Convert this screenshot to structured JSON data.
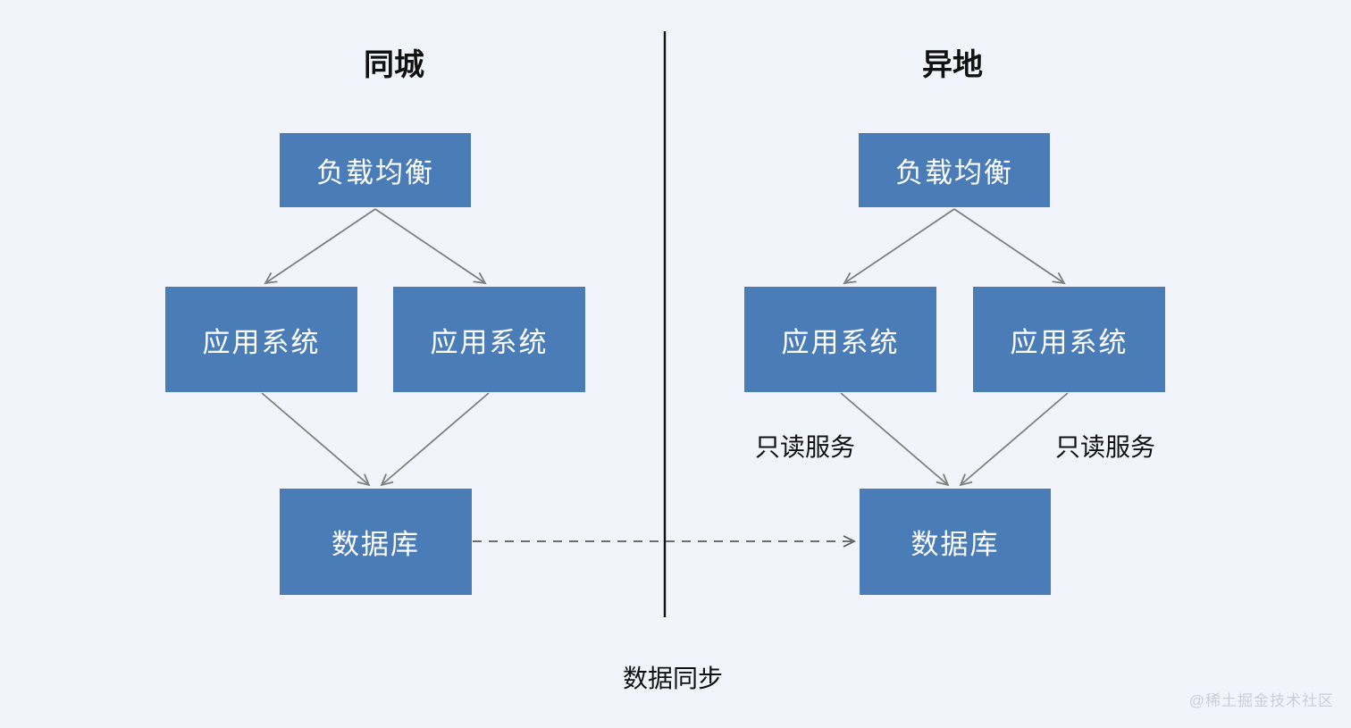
{
  "diagram": {
    "left": {
      "title": "同城",
      "load_balancer": "负载均衡",
      "app_system_a": "应用系统",
      "app_system_b": "应用系统",
      "database": "数据库"
    },
    "right": {
      "title": "异地",
      "load_balancer": "负载均衡",
      "app_system_a": "应用系统",
      "app_system_b": "应用系统",
      "database": "数据库",
      "readonly_label_a": "只读服务",
      "readonly_label_b": "只读服务"
    },
    "sync_label": "数据同步"
  },
  "watermark": "@稀土掘金技术社区",
  "colors": {
    "background": "#f1f4fa",
    "node_fill": "#4a7db8",
    "node_text": "#ffffff",
    "connector": "#7f7f7f",
    "sync_connector": "#5a5a5a",
    "divider": "#111111",
    "label_text": "#111111",
    "watermark": "#c9cfd9"
  }
}
